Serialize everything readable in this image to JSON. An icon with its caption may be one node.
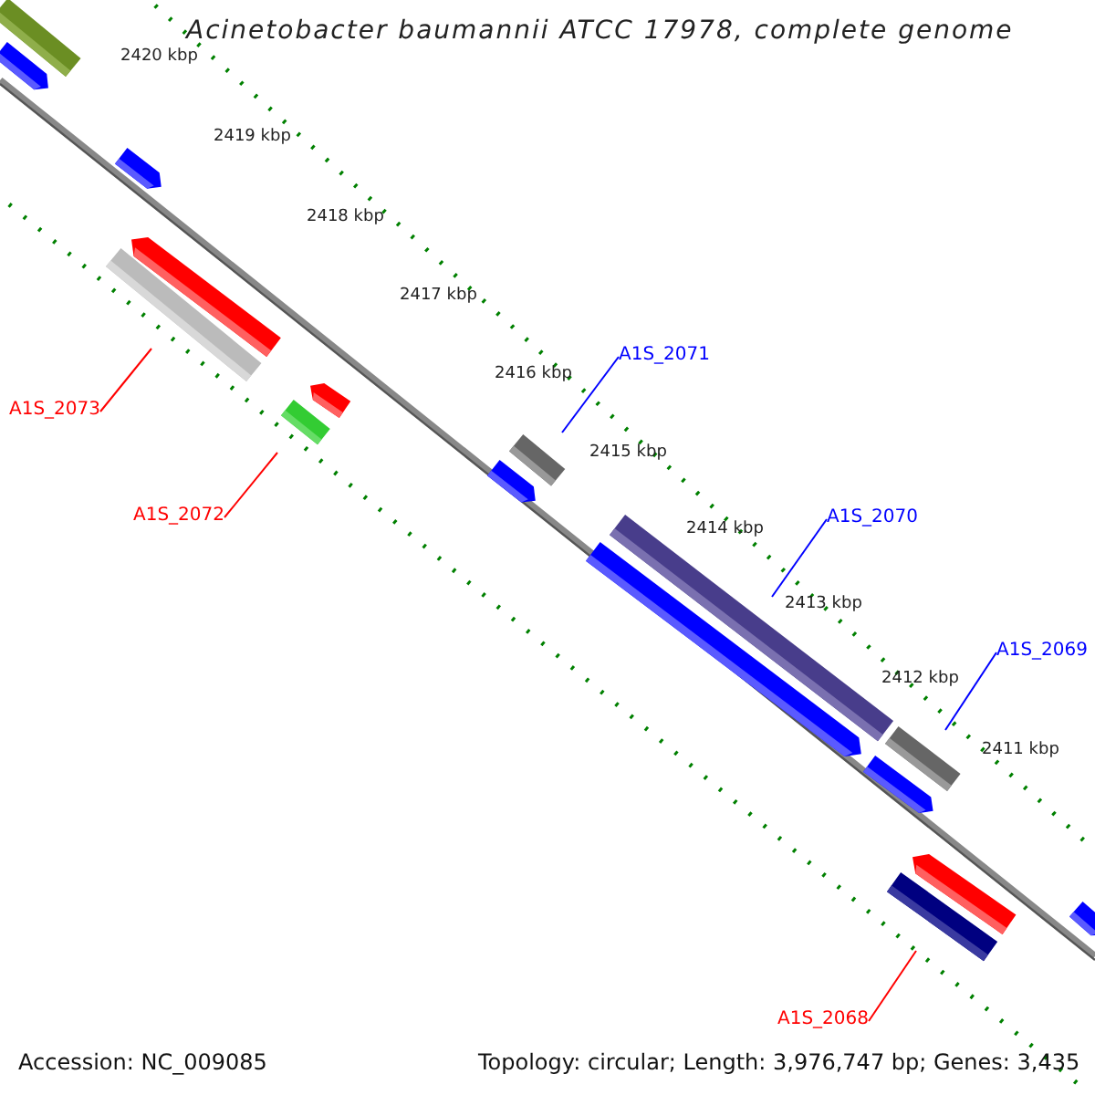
{
  "diagram": {
    "title": "Acinetobacter baumannii ATCC 17978, complete genome",
    "nodes": [
      {
        "text": [],
        "shape": "bar"
      },
      {
        "text": [],
        "shape": "bar"
      },
      {
        "text": [],
        "shape": "bar"
      },
      {
        "text": [],
        "shape": "bar"
      },
      {
        "text": [],
        "shape": "bar"
      },
      {
        "text": [
          "A1S_2073"
        ]
      },
      {
        "text": [],
        "shape": "bar"
      },
      {
        "text": [],
        "shape": "bar"
      },
      {
        "text": [
          "A1S_2072"
        ]
      },
      {
        "text": [
          "A1S_2071"
        ]
      },
      {
        "text": [],
        "shape": "bar"
      },
      {
        "text": [],
        "shape": "bar"
      },
      {
        "text": [
          "A1S_2070"
        ]
      },
      {
        "text": [],
        "shape": "bar"
      },
      {
        "text": [],
        "shape": "bar"
      },
      {
        "text": [
          "A1S_2069"
        ]
      },
      {
        "text": [],
        "shape": "bar"
      },
      {
        "text": [],
        "shape": "bar"
      },
      {
        "text": [],
        "shape": "bar"
      },
      {
        "text": [],
        "shape": "bar"
      },
      {
        "text": [],
        "shape": "bar"
      },
      {
        "text": [
          "A1S_2068"
        ]
      }
    ],
    "edges": [
      {
        "from": 5,
        "to": 4,
        "arrow": "none",
        "color": "#ff0000"
      },
      {
        "from": 8,
        "to": 7,
        "arrow": "none",
        "color": "#ff0000"
      },
      {
        "from": 9,
        "to": 10,
        "arrow": "none",
        "color": "#0000ff"
      },
      {
        "from": 12,
        "to": 13,
        "arrow": "none",
        "color": "#0000ff"
      },
      {
        "from": 15,
        "to": 16,
        "arrow": "none",
        "color": "#0000ff"
      },
      {
        "from": 21,
        "to": 19,
        "arrow": "none",
        "color": "#ff0000"
      }
    ],
    "labels": [
      "2420 kbp",
      "2419 kbp",
      "2418 kbp",
      "2417 kbp",
      "2416 kbp",
      "2415 kbp",
      "2414 kbp",
      "2413 kbp",
      "2412 kbp",
      "2411 kbp",
      "Accession: NC_009085",
      "Topology: circular; Length: 3,976,747 bp; Genes: 3,435"
    ]
  }
}
